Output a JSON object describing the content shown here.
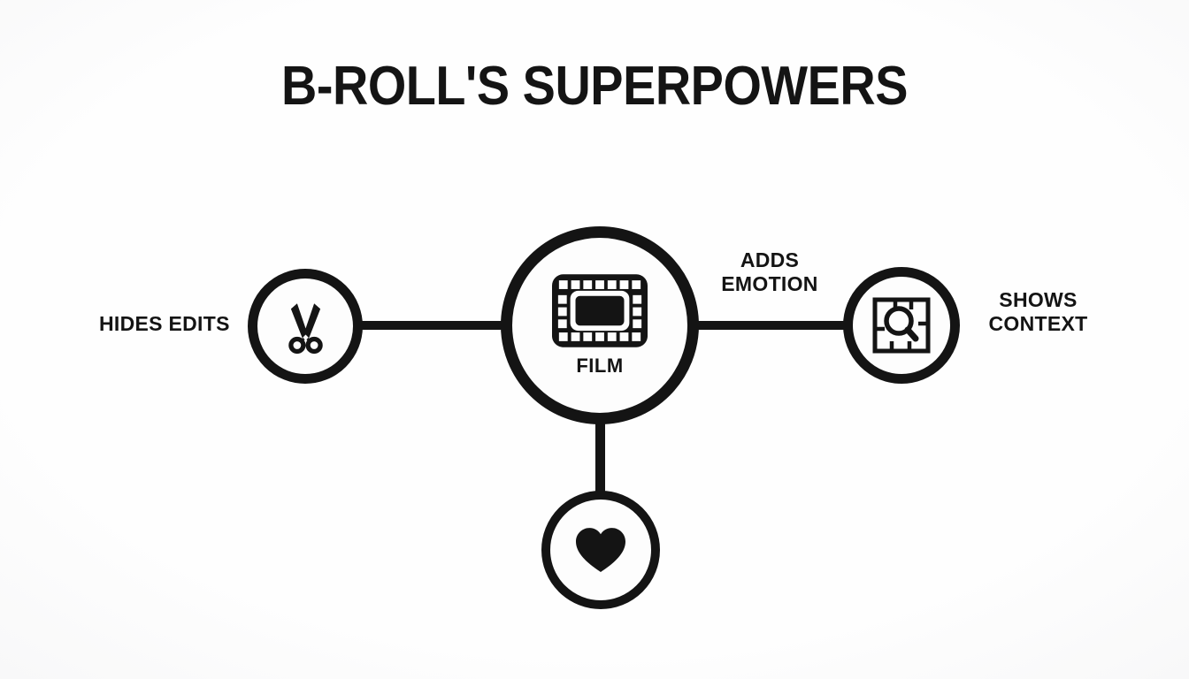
{
  "title": "B-ROLL'S SUPERPOWERS",
  "diagram": {
    "center": {
      "label": "FILM",
      "icon": "film-strip-icon"
    },
    "labels": {
      "hides_edits": "HIDES EDITS",
      "adds_emotion": "ADDS\nEMOTION",
      "shows_context": "SHOWS\nCONTEXT"
    },
    "branch_icons": {
      "left": "scissors-icon",
      "right": "map-magnifier-icon",
      "bottom": "heart-icon"
    }
  },
  "colors": {
    "ink": "#141414",
    "background": "#fdfdfd"
  }
}
